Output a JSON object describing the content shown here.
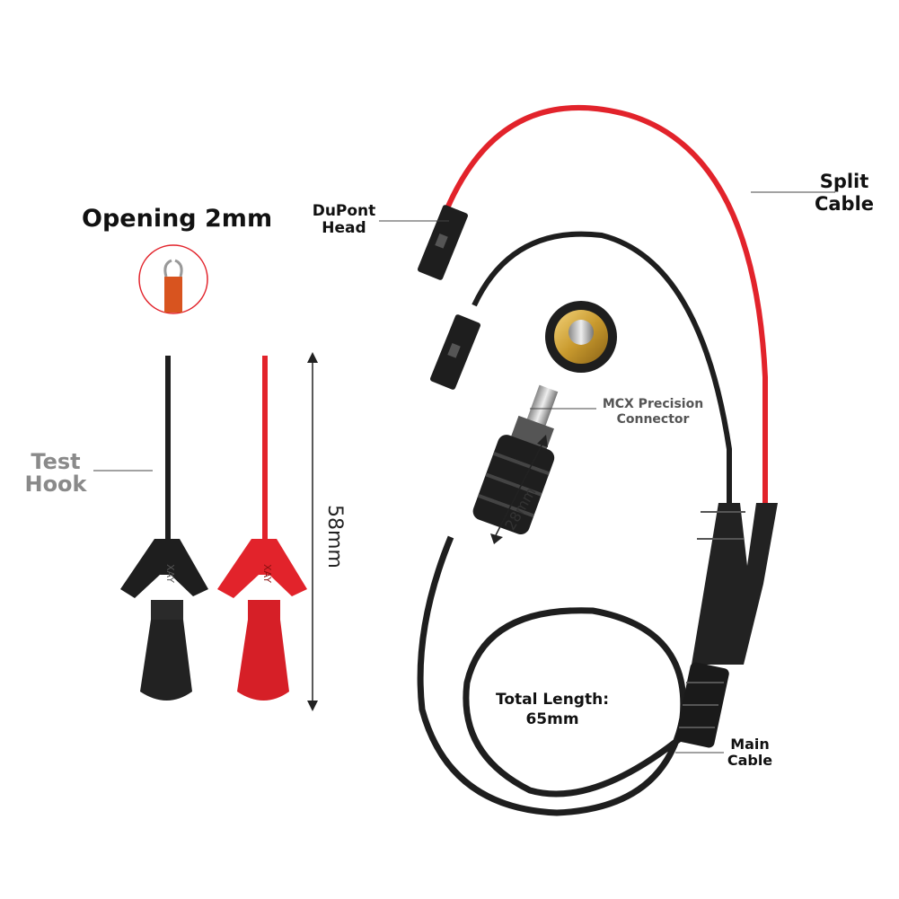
{
  "labels": {
    "opening": "Opening 2mm",
    "dupont_1": "DuPont",
    "dupont_2": "Head",
    "split_1": "Split",
    "split_2": "Cable",
    "mcx_1": "MCX Precision",
    "mcx_2": "Connector",
    "test_1": "Test",
    "test_2": "Hook",
    "length_58": "58mm",
    "length_28": "28mm",
    "total_1": "Total Length:",
    "total_2": "65mm",
    "main_1": "Main",
    "main_2": "Cable"
  },
  "hook_markings": {
    "black_hook": "XAY",
    "red_hook": "XAY"
  },
  "colors": {
    "red": "#e2232b",
    "black": "#1e1e1e",
    "gold": "#c99a2e",
    "leader_line": "#444444"
  },
  "icons": [
    "test-hook-black",
    "test-hook-red",
    "dupont-connector",
    "mcx-connector",
    "y-splitter",
    "hook-tip-detail"
  ]
}
